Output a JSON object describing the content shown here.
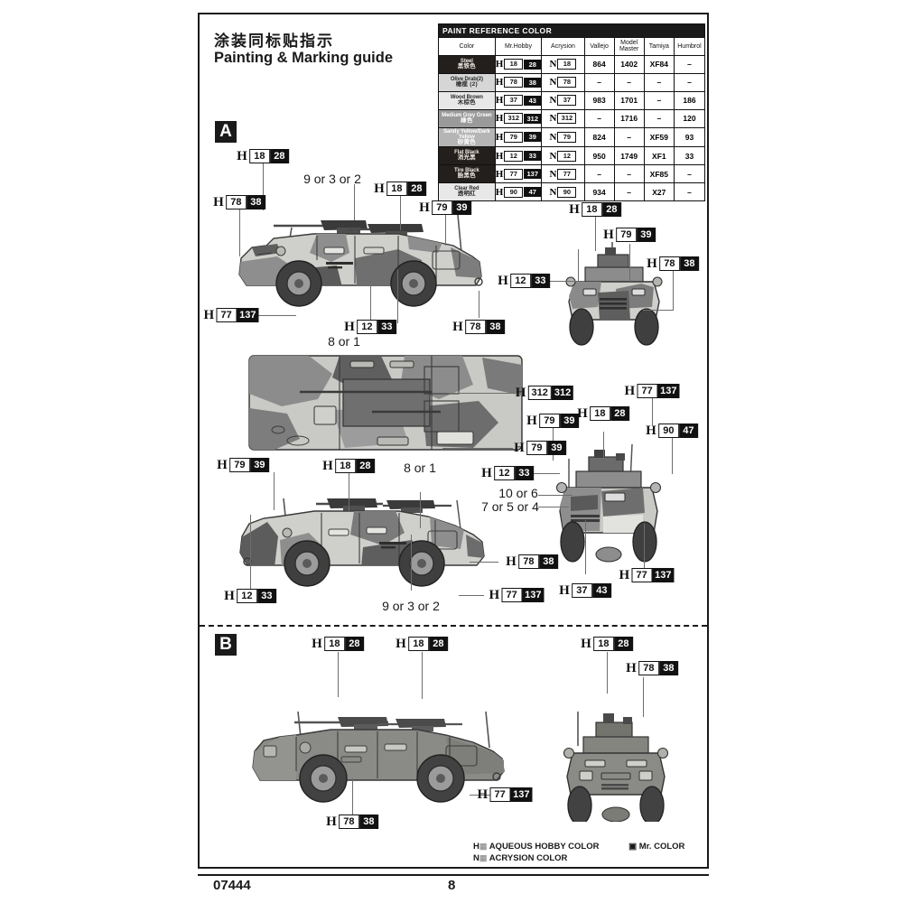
{
  "header": {
    "title_cn": "涂装同标贴指示",
    "title_en": "Painting & Marking guide"
  },
  "paint_table": {
    "title": "PAINT  REFERENCE COLOR",
    "columns": [
      "Color",
      "Mr.Hobby",
      "Acrysion",
      "Vallejo",
      "Model Master",
      "Tamiya",
      "Humbrol"
    ],
    "rows": [
      {
        "name_en": "Steel",
        "name_cn": "黑铁色",
        "swatch": "dark",
        "hobby_prefix": "H",
        "hobby_w": "18",
        "hobby_b": "28",
        "acry_prefix": "N",
        "acry_w": "18",
        "vallejo": "864",
        "model_master": "1402",
        "tamiya": "XF84",
        "humbrol": "–"
      },
      {
        "name_en": "Olive Drab(2)",
        "name_cn": "橄榄 (2)",
        "swatch": "light",
        "hobby_prefix": "H",
        "hobby_w": "78",
        "hobby_b": "38",
        "acry_prefix": "N",
        "acry_w": "78",
        "vallejo": "–",
        "model_master": "–",
        "tamiya": "–",
        "humbrol": "–"
      },
      {
        "name_en": "Wood Brown",
        "name_cn": "木棕色",
        "swatch": "pale",
        "hobby_prefix": "H",
        "hobby_w": "37",
        "hobby_b": "43",
        "acry_prefix": "N",
        "acry_w": "37",
        "vallejo": "983",
        "model_master": "1701",
        "tamiya": "–",
        "humbrol": "186"
      },
      {
        "name_en": "Medium Grey Green",
        "name_cn": "綠色",
        "swatch": "mid",
        "hobby_prefix": "H",
        "hobby_w": "312",
        "hobby_b": "312",
        "acry_prefix": "N",
        "acry_w": "312",
        "vallejo": "–",
        "model_master": "1716",
        "tamiya": "–",
        "humbrol": "120"
      },
      {
        "name_en": "Sandy Yellow/Dark Yellow",
        "name_cn": "砂黄色",
        "swatch": "grey",
        "hobby_prefix": "H",
        "hobby_w": "79",
        "hobby_b": "39",
        "acry_prefix": "N",
        "acry_w": "79",
        "vallejo": "824",
        "model_master": "–",
        "tamiya": "XF59",
        "humbrol": "93"
      },
      {
        "name_en": "Flat Black",
        "name_cn": "消光黑",
        "swatch": "dark",
        "hobby_prefix": "H",
        "hobby_w": "12",
        "hobby_b": "33",
        "acry_prefix": "N",
        "acry_w": "12",
        "vallejo": "950",
        "model_master": "1749",
        "tamiya": "XF1",
        "humbrol": "33"
      },
      {
        "name_en": "Tire Black",
        "name_cn": "胎黑色",
        "swatch": "dark",
        "hobby_prefix": "H",
        "hobby_w": "77",
        "hobby_b": "137",
        "acry_prefix": "N",
        "acry_w": "77",
        "vallejo": "–",
        "model_master": "–",
        "tamiya": "XF85",
        "humbrol": "–"
      },
      {
        "name_en": "Clear Red",
        "name_cn": "透明红",
        "swatch": "pale",
        "hobby_prefix": "H",
        "hobby_w": "90",
        "hobby_b": "47",
        "acry_prefix": "N",
        "acry_w": "90",
        "vallejo": "934",
        "model_master": "–",
        "tamiya": "X27",
        "humbrol": "–"
      }
    ]
  },
  "sections": {
    "a_label": "A",
    "b_label": "B"
  },
  "callouts": [
    {
      "id": "a1",
      "letter": "H",
      "w": "18",
      "b": "28"
    },
    {
      "id": "a2",
      "letter": "H",
      "w": "78",
      "b": "38"
    },
    {
      "id": "a3",
      "letter": "H",
      "w": "18",
      "b": "28"
    },
    {
      "id": "a4",
      "letter": "H",
      "w": "79",
      "b": "39"
    },
    {
      "id": "a5",
      "letter": "H",
      "w": "77",
      "b": "137"
    },
    {
      "id": "a6",
      "letter": "H",
      "w": "12",
      "b": "33"
    },
    {
      "id": "a7",
      "letter": "H",
      "w": "78",
      "b": "38"
    },
    {
      "id": "a8",
      "letter": "H",
      "w": "18",
      "b": "28"
    },
    {
      "id": "a9",
      "letter": "H",
      "w": "79",
      "b": "39"
    },
    {
      "id": "a10",
      "letter": "H",
      "w": "12",
      "b": "33"
    },
    {
      "id": "a11",
      "letter": "H",
      "w": "78",
      "b": "38"
    },
    {
      "id": "a12",
      "letter": "H",
      "w": "312",
      "b": "312"
    },
    {
      "id": "a13",
      "letter": "H",
      "w": "77",
      "b": "137"
    },
    {
      "id": "a14",
      "letter": "H",
      "w": "79",
      "b": "39"
    },
    {
      "id": "a15",
      "letter": "H",
      "w": "79",
      "b": "39"
    },
    {
      "id": "a16",
      "letter": "H",
      "w": "18",
      "b": "28"
    },
    {
      "id": "a17",
      "letter": "H",
      "w": "90",
      "b": "47"
    },
    {
      "id": "a18",
      "letter": "H",
      "w": "12",
      "b": "33"
    },
    {
      "id": "a19",
      "letter": "H",
      "w": "79",
      "b": "39"
    },
    {
      "id": "a20",
      "letter": "H",
      "w": "18",
      "b": "28"
    },
    {
      "id": "a21",
      "letter": "H",
      "w": "78",
      "b": "38"
    },
    {
      "id": "a22",
      "letter": "H",
      "w": "12",
      "b": "33"
    },
    {
      "id": "a23",
      "letter": "H",
      "w": "77",
      "b": "137"
    },
    {
      "id": "a24",
      "letter": "H",
      "w": "37",
      "b": "43"
    },
    {
      "id": "a25",
      "letter": "H",
      "w": "77",
      "b": "137"
    },
    {
      "id": "b1",
      "letter": "H",
      "w": "18",
      "b": "28"
    },
    {
      "id": "b2",
      "letter": "H",
      "w": "18",
      "b": "28"
    },
    {
      "id": "b3",
      "letter": "H",
      "w": "18",
      "b": "28"
    },
    {
      "id": "b4",
      "letter": "H",
      "w": "78",
      "b": "38"
    },
    {
      "id": "b5",
      "letter": "H",
      "w": "77",
      "b": "137"
    },
    {
      "id": "b6",
      "letter": "H",
      "w": "78",
      "b": "38"
    }
  ],
  "part_numbers": {
    "p1": "9 or 3 or 2",
    "p2": "8 or 1",
    "p3": "8 or 1",
    "p4": "10 or 6",
    "p5": "7 or 5 or 4",
    "p6": "9 or 3 or 2"
  },
  "legend": {
    "line1_code": "H",
    "line1_text": "AQUEOUS HOBBY COLOR",
    "line1_extra": "Mr. COLOR",
    "line2_code": "N",
    "line2_text": "ACRYSION COLOR"
  },
  "footer": {
    "kit_number": "07444",
    "page_number": "8"
  }
}
